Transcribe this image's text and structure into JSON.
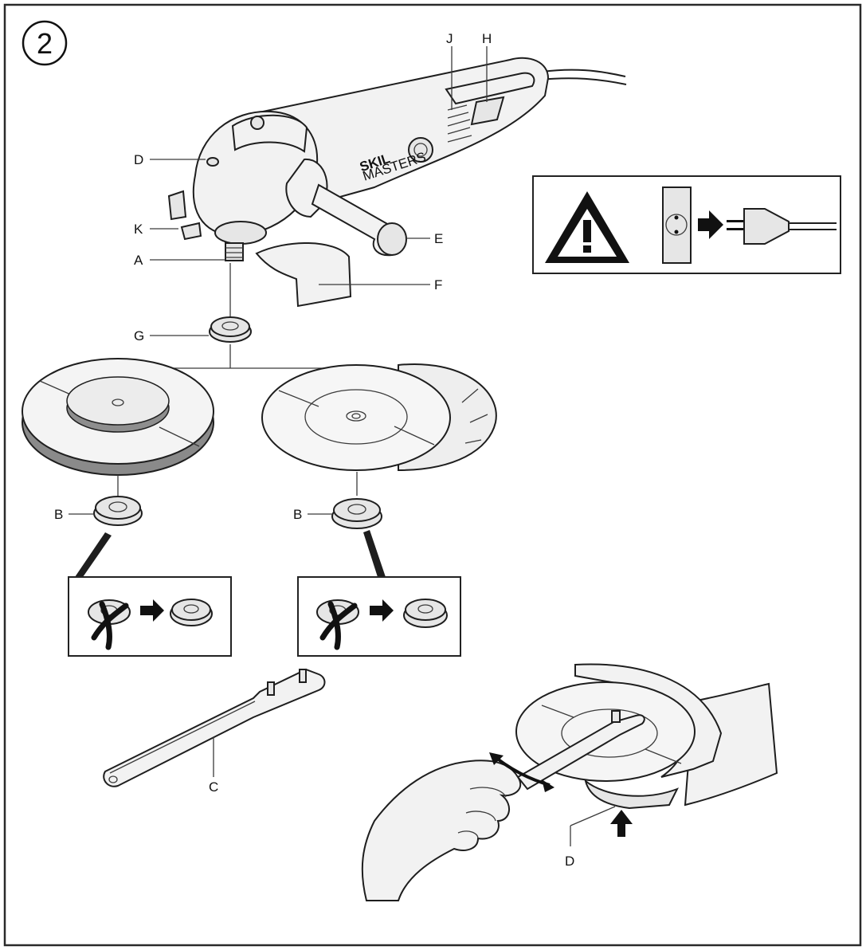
{
  "step_number": "2",
  "labels": {
    "J": "J",
    "H": "H",
    "D_top": "D",
    "K": "K",
    "A": "A",
    "E": "E",
    "F": "F",
    "G": "G",
    "B_left": "B",
    "B_right": "B",
    "C": "C",
    "D_bottom": "D"
  },
  "brand_logo": "SKIL",
  "brand_sub": "MASTERS",
  "icons": {
    "warning": "warning-triangle-icon",
    "unplug": "unplug-from-socket-icon",
    "arrow": "right-arrow-icon",
    "no": "cross-out-icon"
  }
}
